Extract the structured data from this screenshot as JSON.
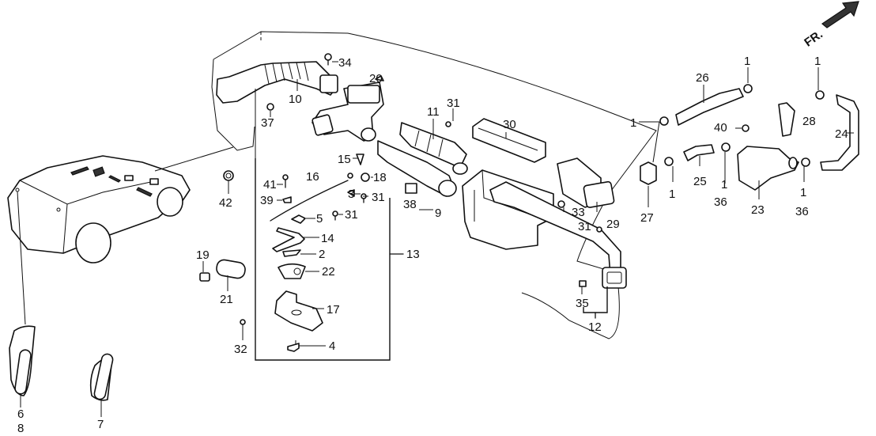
{
  "diagram": {
    "title": "Heater duct / dashboard ventilation parts diagram",
    "direction_marker": {
      "text": "FR.",
      "icon": "front-arrow-icon"
    },
    "callouts": [
      {
        "id": "c1a",
        "text": "1",
        "part": "hose-clamp"
      },
      {
        "id": "c1b",
        "text": "1",
        "part": "hose-clamp"
      },
      {
        "id": "c1c",
        "text": "1",
        "part": "hose-clamp"
      },
      {
        "id": "c1d",
        "text": "1",
        "part": "hose-clamp"
      },
      {
        "id": "c1e",
        "text": "1",
        "part": "hose-clamp"
      },
      {
        "id": "c1f",
        "text": "1",
        "part": "hose-clamp"
      },
      {
        "id": "c2",
        "text": "2",
        "part": "lever"
      },
      {
        "id": "c3",
        "text": "3",
        "part": "clip"
      },
      {
        "id": "c4",
        "text": "4",
        "part": "bracket-clip"
      },
      {
        "id": "c5",
        "text": "5",
        "part": "cable-clamp"
      },
      {
        "id": "c6",
        "text": "6",
        "part": "side-vent"
      },
      {
        "id": "c7",
        "text": "7",
        "part": "side-vent"
      },
      {
        "id": "c8",
        "text": "8",
        "part": "side-vent"
      },
      {
        "id": "c9",
        "text": "9",
        "part": "center-duct"
      },
      {
        "id": "c10",
        "text": "10",
        "part": "left-duct-hose"
      },
      {
        "id": "c11",
        "text": "11",
        "part": "center-vent"
      },
      {
        "id": "c12",
        "text": "12",
        "part": "right-duct"
      },
      {
        "id": "c13",
        "text": "13",
        "part": "control-assembly"
      },
      {
        "id": "c14",
        "text": "14",
        "part": "link-arm"
      },
      {
        "id": "c15",
        "text": "15",
        "part": "cable-holder"
      },
      {
        "id": "c16",
        "text": "16",
        "part": "control-cable"
      },
      {
        "id": "c17",
        "text": "17",
        "part": "base-plate"
      },
      {
        "id": "c18",
        "text": "18",
        "part": "nut"
      },
      {
        "id": "c19",
        "text": "19",
        "part": "knob"
      },
      {
        "id": "c20",
        "text": "20",
        "part": "clip"
      },
      {
        "id": "c21",
        "text": "21",
        "part": "vent-grille"
      },
      {
        "id": "c22",
        "text": "22",
        "part": "cam"
      },
      {
        "id": "c23",
        "text": "23",
        "part": "heater-valve"
      },
      {
        "id": "c24",
        "text": "24",
        "part": "water-hose"
      },
      {
        "id": "c25",
        "text": "25",
        "part": "water-hose"
      },
      {
        "id": "c26",
        "text": "26",
        "part": "water-hose"
      },
      {
        "id": "c27",
        "text": "27",
        "part": "grommet"
      },
      {
        "id": "c28",
        "text": "28",
        "part": "hose-clip"
      },
      {
        "id": "c29",
        "text": "29",
        "part": "right-vent"
      },
      {
        "id": "c30",
        "text": "30",
        "part": "defroster-nozzle"
      },
      {
        "id": "c31a",
        "text": "31",
        "part": "screw"
      },
      {
        "id": "c31b",
        "text": "31",
        "part": "screw"
      },
      {
        "id": "c31c",
        "text": "31",
        "part": "screw"
      },
      {
        "id": "c31d",
        "text": "31",
        "part": "screw"
      },
      {
        "id": "c32",
        "text": "32",
        "part": "screw"
      },
      {
        "id": "c33",
        "text": "33",
        "part": "screw"
      },
      {
        "id": "c34",
        "text": "34",
        "part": "bolt"
      },
      {
        "id": "c35",
        "text": "35",
        "part": "clip"
      },
      {
        "id": "c36a",
        "text": "36",
        "part": "bolt"
      },
      {
        "id": "c36b",
        "text": "36",
        "part": "bolt"
      },
      {
        "id": "c37",
        "text": "37",
        "part": "screw"
      },
      {
        "id": "c38",
        "text": "38",
        "part": "clip"
      },
      {
        "id": "c39",
        "text": "39",
        "part": "clip"
      },
      {
        "id": "c40",
        "text": "40",
        "part": "bolt"
      },
      {
        "id": "c41",
        "text": "41",
        "part": "screw"
      },
      {
        "id": "c42",
        "text": "42",
        "part": "grommet"
      }
    ]
  }
}
